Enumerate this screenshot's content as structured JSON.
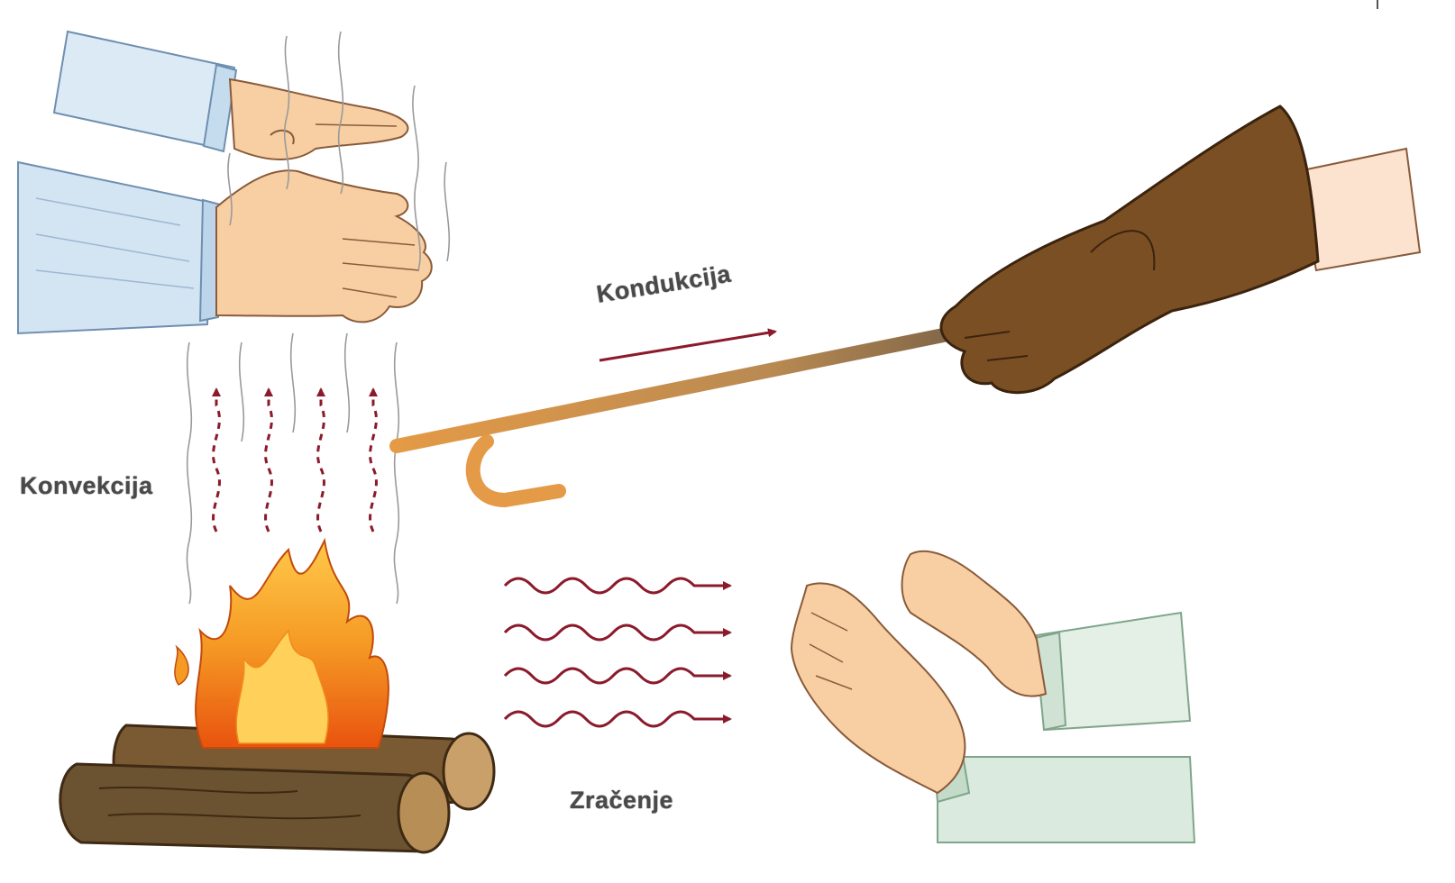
{
  "labels": {
    "conduction": "Kondukcija",
    "convection": "Konvekcija",
    "radiation": "Zračenje"
  },
  "icons": {
    "fire": "campfire-icon",
    "hands": "warming-hands-icon",
    "glove": "gloved-hand-icon",
    "rod": "fire-poker-icon"
  },
  "colors": {
    "arrow": "#8b1a2b",
    "flame_outer": "#f08a1c",
    "flame_inner": "#ffd15a",
    "log": "#6b5230",
    "glove": "#7a4f24",
    "skin": "#f7cfa3",
    "sleeve_blue": "#cfe0f0",
    "sleeve_green": "#d9eadd",
    "rod": "#d08a3a"
  }
}
